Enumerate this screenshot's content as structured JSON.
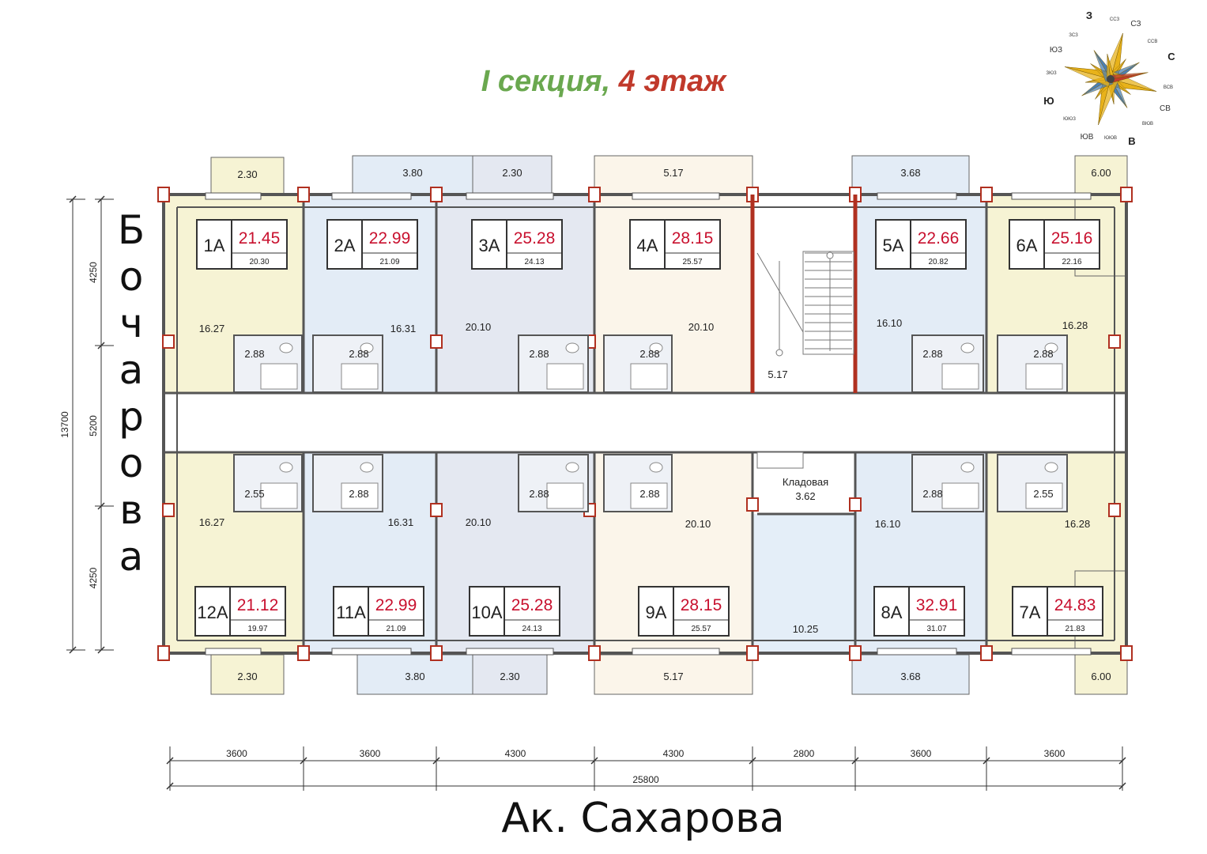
{
  "title": {
    "part1": "I секция,",
    "part2": "4 этаж",
    "color1": "#6aa84f",
    "color2": "#c0392b"
  },
  "streets": {
    "left": "Бочарова",
    "bottom": "Ак. Сахарова"
  },
  "compass": {
    "main": [
      "З",
      "С",
      "В",
      "Ю"
    ],
    "secondary": [
      "ЮЗ",
      "СЗ",
      "СВ",
      "ЮВ"
    ],
    "tertiary": [
      "ЗСЗ",
      "ССЗ",
      "ССВ",
      "ВСВ",
      "ВЮВ",
      "ЮЮВ",
      "ЮЮЗ",
      "ЗЮЗ"
    ],
    "colors": {
      "gold": "#e8b21a",
      "blue": "#4a7fb5",
      "red": "#c0392b"
    }
  },
  "apartments_top": [
    {
      "code": "1А",
      "total": "21.45",
      "living": "20.30",
      "room": "16.27",
      "bath": "2.88",
      "balcony": "2.30",
      "fill": "#f6f3d4"
    },
    {
      "code": "2А",
      "total": "22.99",
      "living": "21.09",
      "room": "16.31",
      "bath": "2.88",
      "balcony": "3.80",
      "fill": "#e3ecf6"
    },
    {
      "code": "3А",
      "total": "25.28",
      "living": "24.13",
      "room": "20.10",
      "bath": "2.88",
      "balcony": "2.30",
      "fill": "#e4e8f1"
    },
    {
      "code": "4А",
      "total": "28.15",
      "living": "25.57",
      "room": "20.10",
      "bath": "2.88",
      "balcony": "5.17",
      "fill": "#fbf5ea"
    },
    {
      "code": "5А",
      "total": "22.66",
      "living": "20.82",
      "room": "16.10",
      "bath": "2.88",
      "balcony": "3.68",
      "fill": "#e3ecf6"
    },
    {
      "code": "6А",
      "total": "25.16",
      "living": "22.16",
      "room": "16.28",
      "bath": "2.88",
      "balcony": "6.00",
      "fill": "#f6f3d4"
    }
  ],
  "apartments_bottom": [
    {
      "code": "12А",
      "total": "21.12",
      "living": "19.97",
      "room": "16.27",
      "bath": "2.55",
      "balcony": "2.30",
      "fill": "#f6f3d4"
    },
    {
      "code": "11А",
      "total": "22.99",
      "living": "21.09",
      "room": "16.31",
      "bath": "2.88",
      "balcony": "3.80",
      "fill": "#e3ecf6"
    },
    {
      "code": "10А",
      "total": "25.28",
      "living": "24.13",
      "room": "20.10",
      "bath": "2.88",
      "balcony": "2.30",
      "fill": "#e4e8f1"
    },
    {
      "code": "9А",
      "total": "28.15",
      "living": "25.57",
      "room": "20.10",
      "bath": "2.88",
      "balcony": "5.17",
      "fill": "#fbf5ea"
    },
    {
      "code": "8А",
      "total": "32.91",
      "living": "31.07",
      "room": "16.10",
      "bath": "2.88",
      "balcony": "3.68",
      "fill": "#e3ecf6"
    },
    {
      "code": "7А",
      "total": "24.83",
      "living": "21.83",
      "room": "16.28",
      "bath": "2.55",
      "balcony": "6.00",
      "fill": "#f6f3d4"
    }
  ],
  "common": {
    "stair_area": "5.17",
    "storage_label": "Кладовая",
    "storage_area": "3.62",
    "hall_area": "10.25"
  },
  "dimensions": {
    "horizontal": [
      "3600",
      "3600",
      "4300",
      "4300",
      "2800",
      "3600",
      "3600"
    ],
    "horizontal_total": "25800",
    "vertical": [
      "4250",
      "5200",
      "4250"
    ],
    "vertical_total": "13700"
  }
}
